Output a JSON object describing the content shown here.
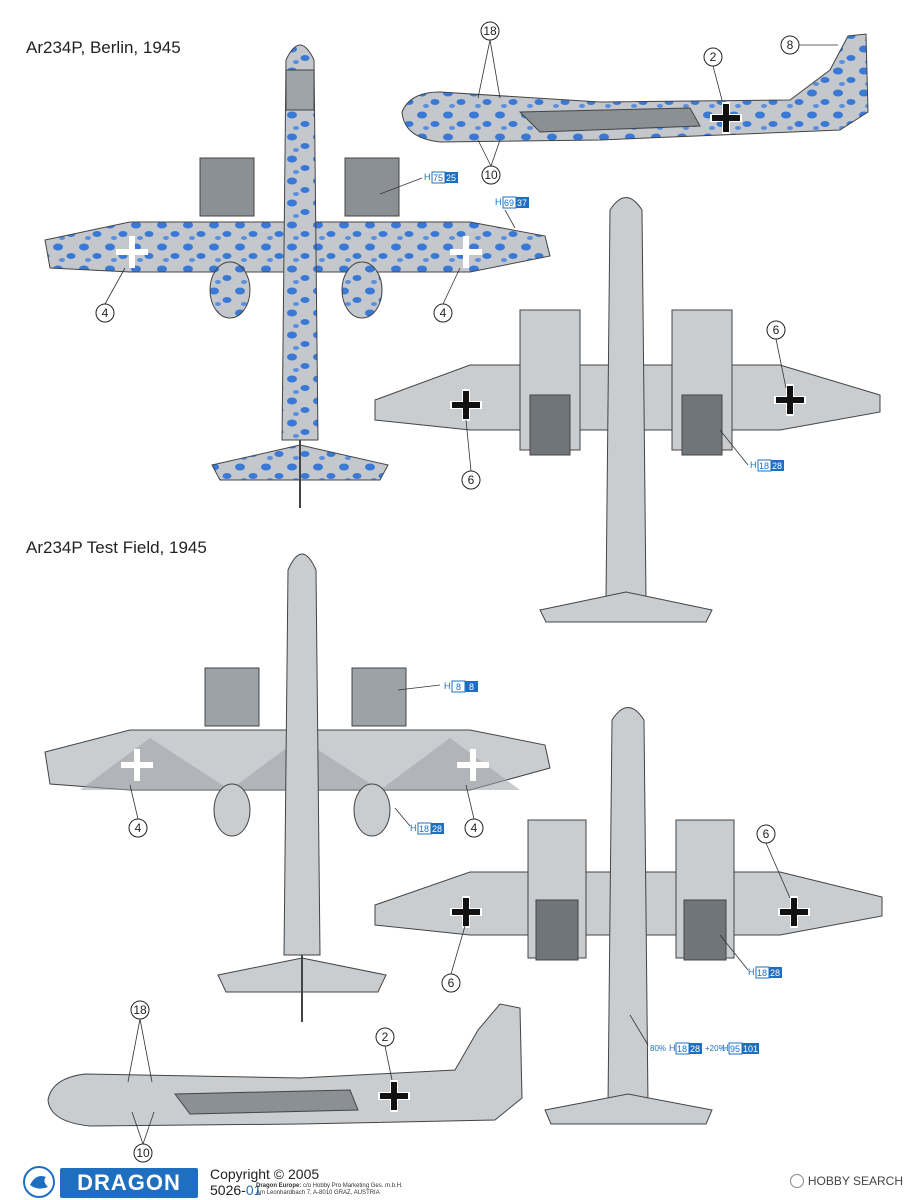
{
  "sections": [
    {
      "title": "Ar234P, Berlin, 1945"
    },
    {
      "title": "Ar234P Test Field, 1945"
    }
  ],
  "callouts": {
    "n18": "18",
    "n10": "10",
    "n2": "2",
    "n8": "8",
    "n4": "4",
    "n6": "6"
  },
  "paint_refs": {
    "h_prefix": "H",
    "ref_75": "75",
    "ref_25": "25",
    "ref_69": "69",
    "ref_37": "37",
    "ref_18": "18",
    "ref_28": "28",
    "ref_8a": "8",
    "ref_8b": "8",
    "ref_95": "95",
    "ref_101": "101",
    "mix_80": "80%",
    "mix_20": "+20%"
  },
  "colors": {
    "camo_grey": "#c4c8cc",
    "camo_blue_spots": "#2f6fd0",
    "underside_grey": "#c9cdd0",
    "dark_grey": "#7f8589",
    "paint_blue": "#1f6fc0"
  },
  "footer": {
    "logo": "DRAGON",
    "copyright": "Copyright © 2005",
    "product_code": "5026-",
    "product_suffix": "01",
    "address_line1_bold": "Dragon Europe:",
    "address_line1": " c/o Hobby Pro Marketing Ges. m.b.H.",
    "address_line2": "Am Leonhardbach 7, A-8010 GRAZ, AUSTRIA",
    "watermark": "HOBBY SEARCH"
  }
}
